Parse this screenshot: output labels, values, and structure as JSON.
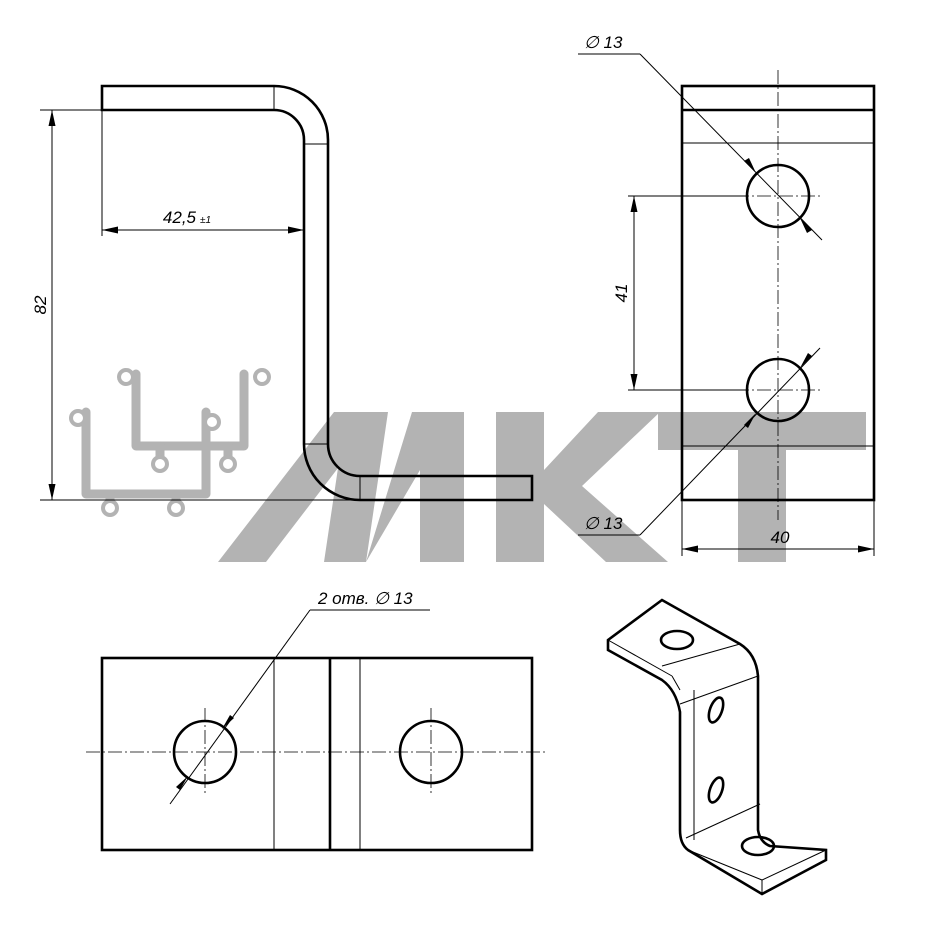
{
  "watermark": {
    "text": "МКТ",
    "color": "#b3b3b3",
    "icon": "u-bracket-logo-icon"
  },
  "front_view": {
    "height_dim": "82",
    "width_dim": "42,5",
    "width_tolerance": "±1"
  },
  "side_view": {
    "top_hole_dim": "∅ 13",
    "bottom_hole_dim": "∅ 13",
    "spacing_dim": "41",
    "width_dim": "40"
  },
  "top_view": {
    "holes_callout": "2 отв. ∅ 13"
  },
  "isometric_view": {}
}
